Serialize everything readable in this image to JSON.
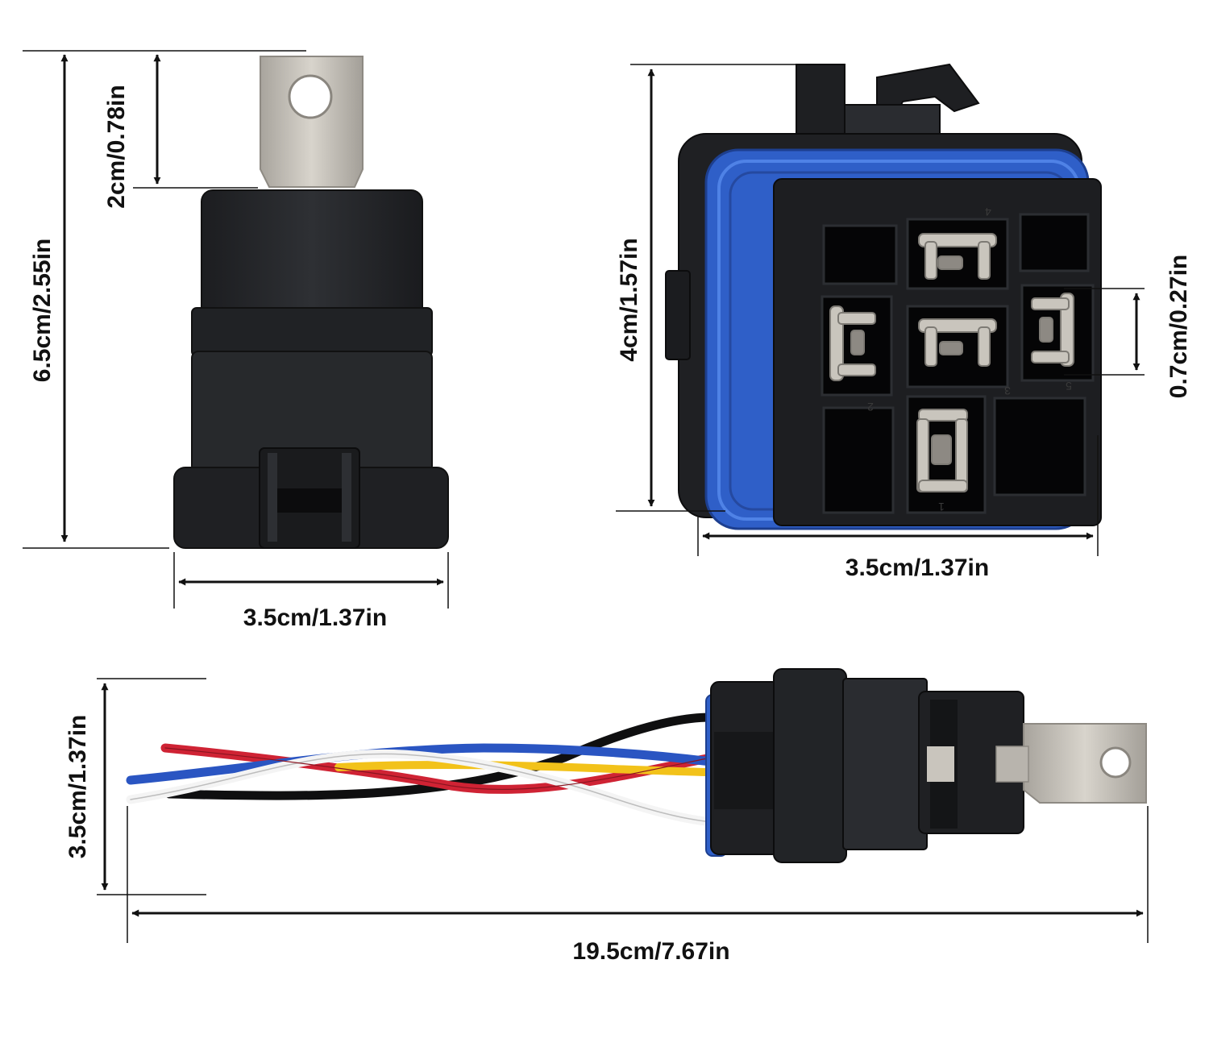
{
  "colors": {
    "body": "#26282b",
    "body_dark": "#131416",
    "body_edge": "#3b3e42",
    "seal": "#2f5fc8",
    "seal_light": "#4f82e6",
    "metal": "#c8c4bc",
    "metal_dark": "#9e9a93",
    "wire_red": "#cf2334",
    "wire_blue": "#2a55c2",
    "wire_white": "#f2f2f2",
    "wire_yellow": "#f2c21a",
    "wire_black": "#151515",
    "line": "#111111"
  },
  "views": {
    "front": {
      "height_label": "6.5cm/2.55in",
      "tab_label": "2cm/0.78in",
      "width_label": "3.5cm/1.37in"
    },
    "socket": {
      "height_label": "4cm/1.57in",
      "pin_gap_label": "0.7cm/0.27in",
      "width_label": "3.5cm/1.37in",
      "pin_numbers": [
        "4",
        "2",
        "3",
        "5",
        "1"
      ]
    },
    "harness": {
      "height_label": "3.5cm/1.37in",
      "length_label": "19.5cm/7.67in",
      "wires": [
        "red",
        "blue",
        "white",
        "yellow",
        "black"
      ]
    }
  }
}
